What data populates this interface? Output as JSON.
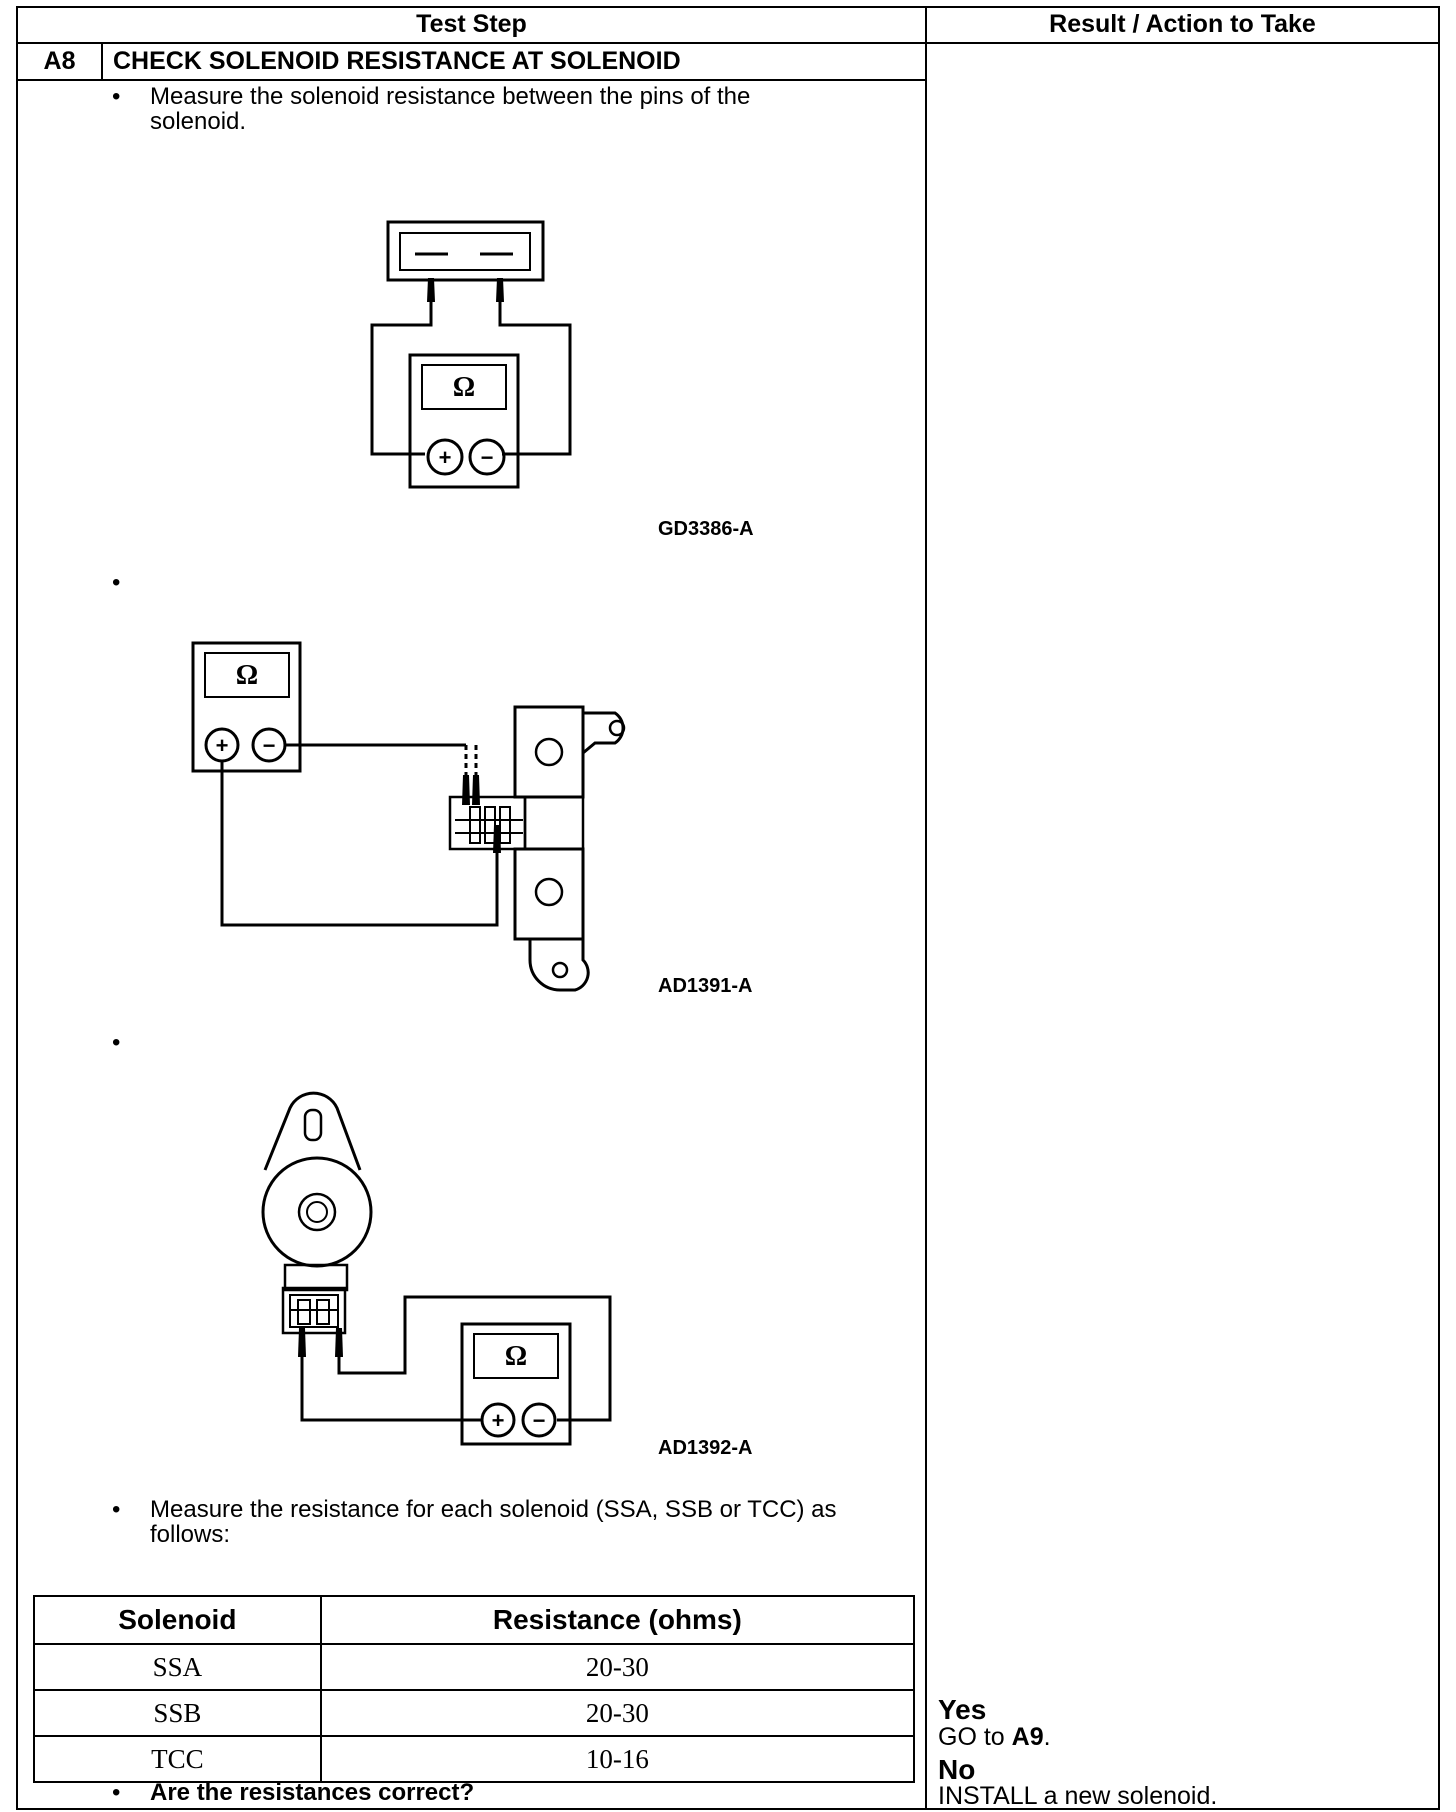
{
  "header": {
    "col_left": "Test Step",
    "col_right": "Result / Action to Take"
  },
  "step": {
    "id": "A8",
    "title": "CHECK SOLENOID RESISTANCE AT SOLENOID"
  },
  "instructions": {
    "bullet_char": "•",
    "step1": "Measure the solenoid resistance between the pins of the solenoid.",
    "step2": "Measure the resistance for each solenoid (SSA, SSB or TCC) as follows:",
    "question": "Are the resistances correct?"
  },
  "figures": {
    "fig1": {
      "id": "GD3386-A",
      "meter_symbol": "Ω",
      "plus": "+",
      "minus": "−"
    },
    "fig2": {
      "id": "AD1391-A",
      "meter_symbol": "Ω",
      "plus": "+",
      "minus": "−"
    },
    "fig3": {
      "id": "AD1392-A",
      "meter_symbol": "Ω",
      "plus": "+",
      "minus": "−"
    }
  },
  "table": {
    "headers": [
      "Solenoid",
      "Resistance (ohms)"
    ],
    "rows": [
      [
        "SSA",
        "20-30"
      ],
      [
        "SSB",
        "20-30"
      ],
      [
        "TCC",
        "10-16"
      ]
    ]
  },
  "results": {
    "yes_label": "Yes",
    "yes_prefix": "GO to ",
    "yes_target": "A9",
    "yes_suffix": ".",
    "no_label": "No",
    "no_action": "INSTALL a new solenoid."
  }
}
